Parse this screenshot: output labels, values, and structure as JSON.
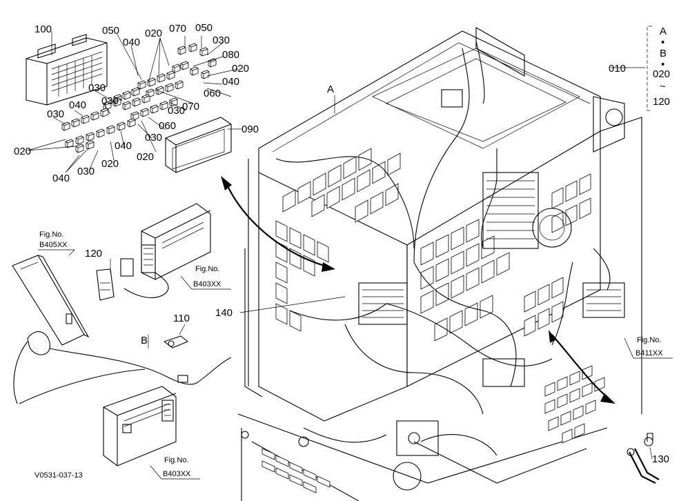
{
  "parts": {
    "p100": "100",
    "p050a": "050",
    "p020a": "020",
    "p070": "070",
    "p050b": "050",
    "p040a": "040",
    "p030a": "030",
    "p080": "080",
    "p020b": "020",
    "p040b": "040",
    "p060a": "060",
    "p030b": "030",
    "p070b": "070",
    "p030c": "030",
    "p040c": "040",
    "p060b": "060",
    "p030d": "030",
    "p090": "090",
    "p030e": "030",
    "p020c": "020",
    "p040d": "040",
    "p030f": "030",
    "p020d": "020",
    "p040e": "040",
    "p030g": "030",
    "p020e": "020",
    "p120": "120",
    "p110": "110",
    "p140": "140",
    "p130": "130",
    "p010": "010"
  },
  "callouts": {
    "A": "A",
    "B": "B"
  },
  "range_note": {
    "a": "A",
    "dot1": "•",
    "b": "B",
    "dot2": "•",
    "start": "020",
    "tilde": "~",
    "end": "120"
  },
  "fig_refs": {
    "b405_label": "Fig.No.",
    "b405_num": "B405XX",
    "b403a_label": "Fig.No.",
    "b403a_num": "B403XX",
    "b403b_label": "Fig.No.",
    "b403b_num": "B403XX",
    "b411_label": "Fig.No.",
    "b411_num": "B411XX"
  },
  "drawing_code": "V0531-037-13"
}
